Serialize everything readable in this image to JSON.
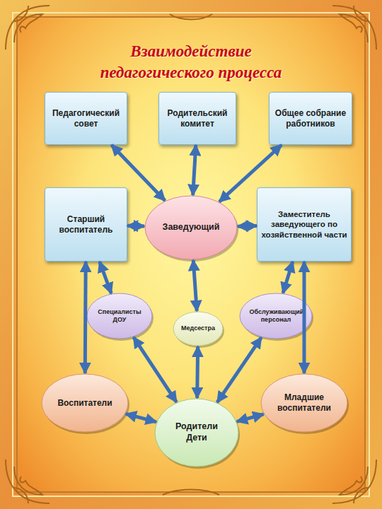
{
  "diagram": {
    "title": "Взаимодействие педагогического процесса",
    "nodes": [
      {
        "text": [
          "Педагогический совет"
        ]
      },
      {
        "text": [
          "Родительский комитет"
        ]
      },
      {
        "text": [
          "Общее собрание работников"
        ]
      },
      {
        "text": [
          "Старший воспитатель"
        ]
      },
      {
        "text": [
          "Заведующий"
        ]
      },
      {
        "text": [
          "Заместитель заведующего по хозяйственной части"
        ]
      },
      {
        "text": [
          "Специалисты ДОУ"
        ]
      },
      {
        "text": [
          "Медсестра"
        ]
      },
      {
        "text": [
          "Обслуживающий персонал"
        ]
      },
      {
        "text": [
          "Воспитатели"
        ]
      },
      {
        "text": [
          "Младшие воспитатели"
        ]
      },
      {
        "text": [
          "Родители Дети"
        ]
      }
    ],
    "edges": [
      {
        "from": 0,
        "to": 4,
        "arrow": "both"
      },
      {
        "from": 1,
        "to": 4,
        "arrow": "both"
      },
      {
        "from": 2,
        "to": 4,
        "arrow": "both"
      },
      {
        "from": 3,
        "to": 4,
        "arrow": "both"
      },
      {
        "from": 4,
        "to": 5,
        "arrow": "both"
      },
      {
        "from": 4,
        "to": 7,
        "arrow": "both"
      },
      {
        "from": 3,
        "to": 6,
        "arrow": "both"
      },
      {
        "from": 3,
        "to": 9,
        "arrow": "both"
      },
      {
        "from": 5,
        "to": 8,
        "arrow": "both"
      },
      {
        "from": 5,
        "to": 10,
        "arrow": "both"
      },
      {
        "from": 6,
        "to": 11,
        "arrow": "both"
      },
      {
        "from": 7,
        "to": 11,
        "arrow": "both"
      },
      {
        "from": 8,
        "to": 11,
        "arrow": "both"
      },
      {
        "from": 9,
        "to": 11,
        "arrow": "both"
      },
      {
        "from": 10,
        "to": 11,
        "arrow": "both"
      }
    ]
  }
}
